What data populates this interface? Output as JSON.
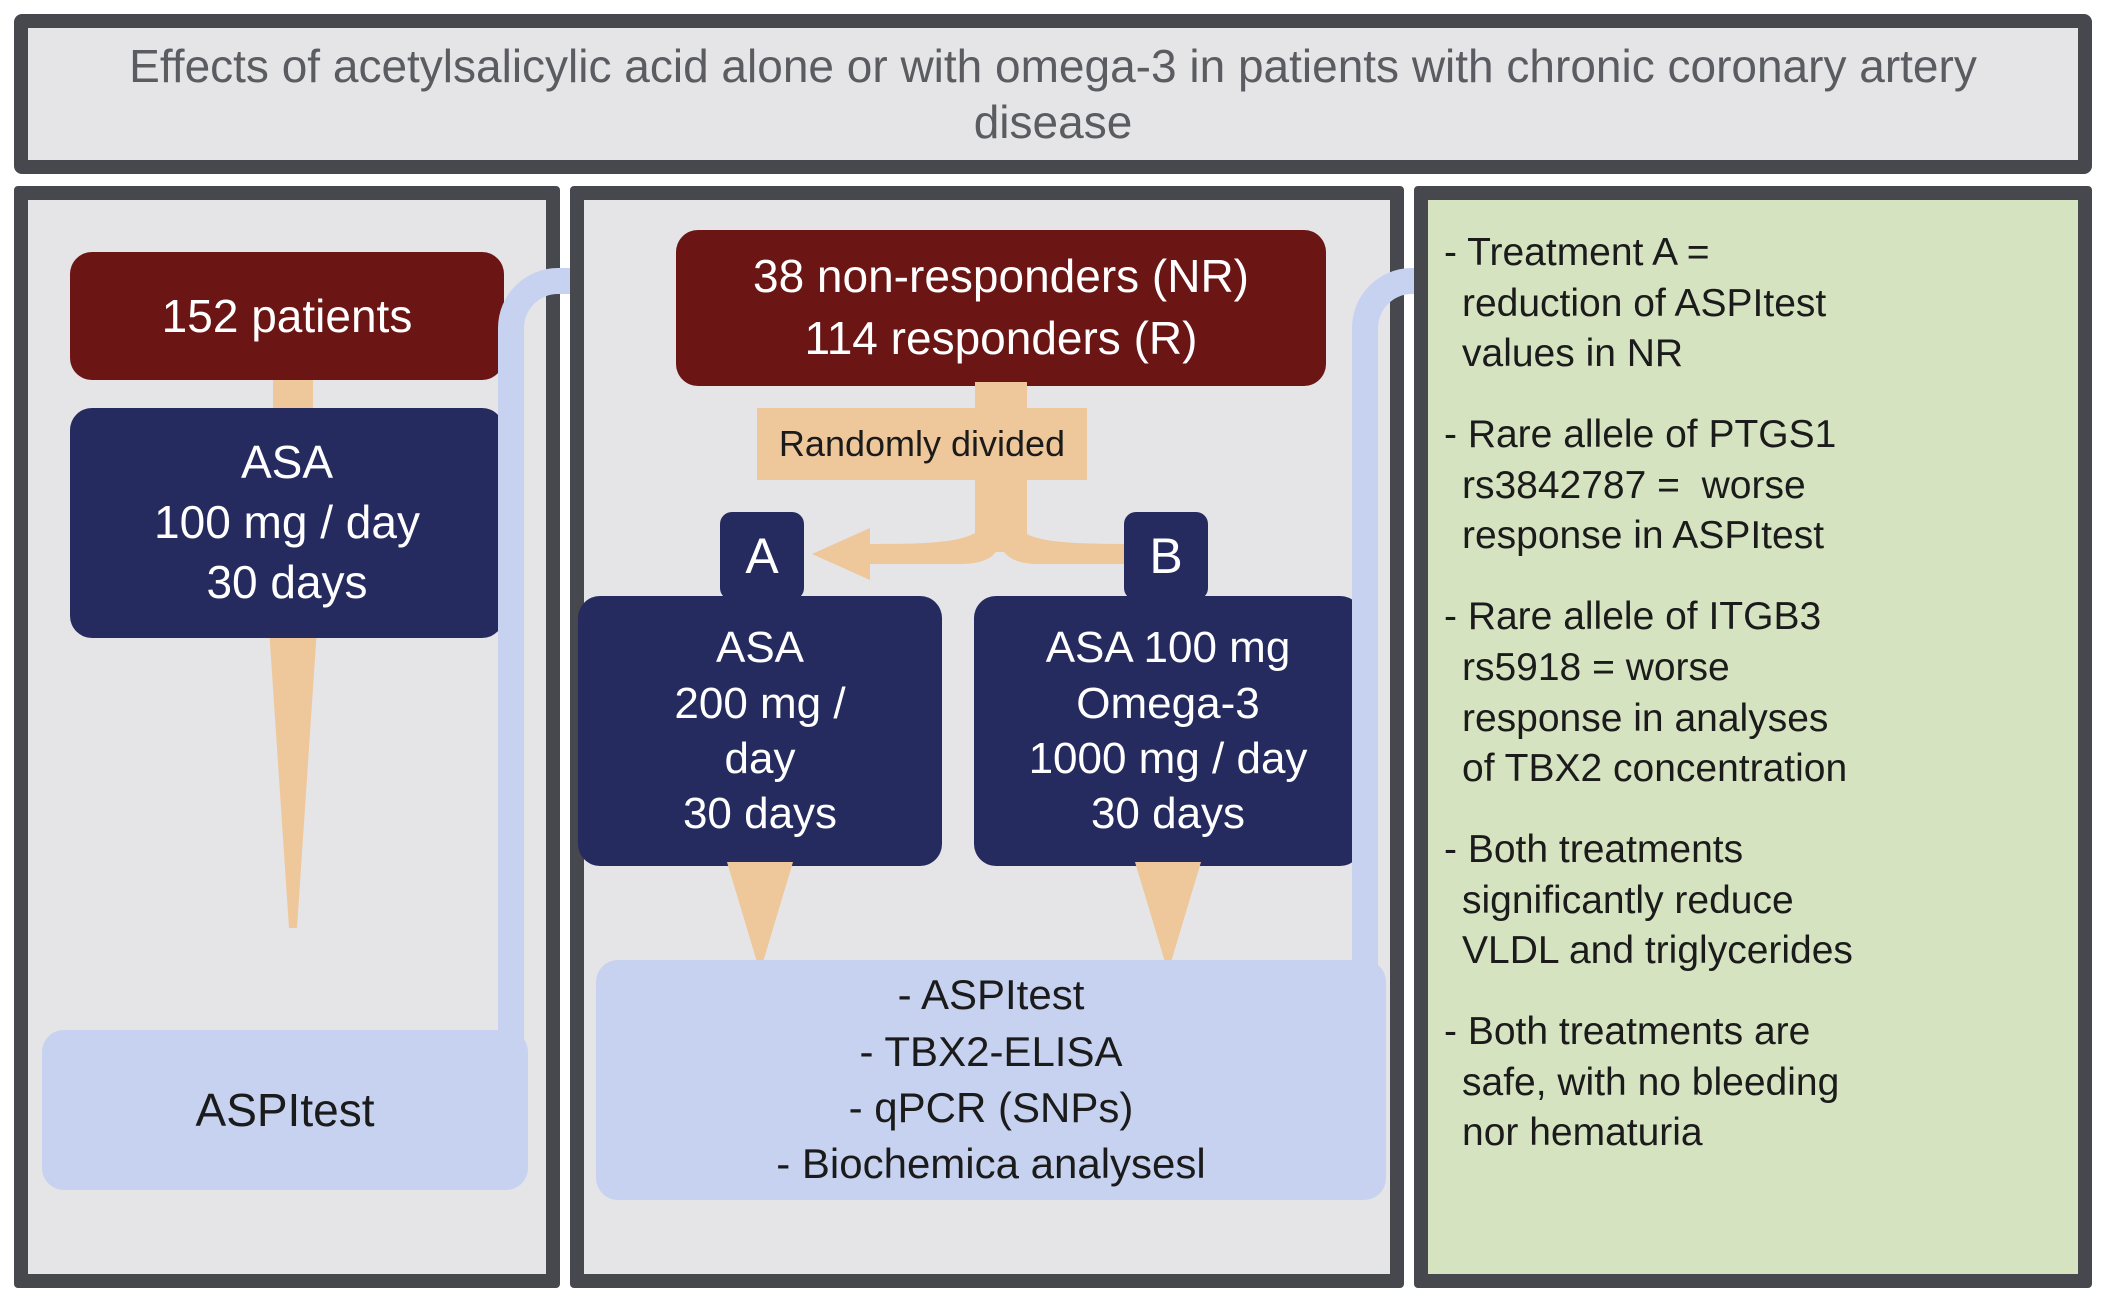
{
  "title": "Effects of acetylsalicylic acid alone or with omega-3 in patients with chronic coronary artery disease",
  "colors": {
    "frame_border": "#46484d",
    "panel_fill": "#e5e5e7",
    "results_panel_fill": "#d6e3c0",
    "red_box": "#6b1515",
    "navy_box": "#262b5f",
    "blue_box": "#c6d2ef",
    "tan_arrow": "#eec79a",
    "title_text": "#5a5c61"
  },
  "left_panel": {
    "enrollment_box": {
      "lines": [
        "152 patients"
      ]
    },
    "treatment_box": {
      "lines": [
        "ASA",
        "100 mg / day",
        "30 days"
      ]
    },
    "assay_box": {
      "lines": [
        "ASPItest"
      ]
    }
  },
  "middle_panel": {
    "classification_box": {
      "lines": [
        "38 non-responders (NR)",
        "114 responders (R)"
      ]
    },
    "randomization_label": "Randomly divided",
    "arm_a": {
      "badge": "A",
      "lines": [
        "ASA",
        "200 mg /",
        "day",
        "30 days"
      ]
    },
    "arm_b": {
      "badge": "B",
      "lines": [
        "ASA 100 mg",
        "Omega-3",
        "1000 mg / day",
        "30 days"
      ]
    },
    "methods_box": {
      "lines": [
        "- ASPItest",
        "- TBX2-ELISA",
        "- qPCR (SNPs)",
        "- Biochemica analysesl"
      ]
    }
  },
  "right_panel": {
    "results": [
      "- Treatment A =\nreduction of ASPItest\nvalues in NR",
      "- Rare allele of PTGS1\nrs3842787 =  worse\nresponse in ASPItest",
      "- Rare allele of ITGB3\nrs5918 = worse\nresponse in analyses\nof TBX2 concentration",
      "- Both treatments\nsignificantly reduce\nVLDL and triglycerides",
      "- Both treatments are\nsafe, with no bleeding\nnor hematuria"
    ]
  }
}
